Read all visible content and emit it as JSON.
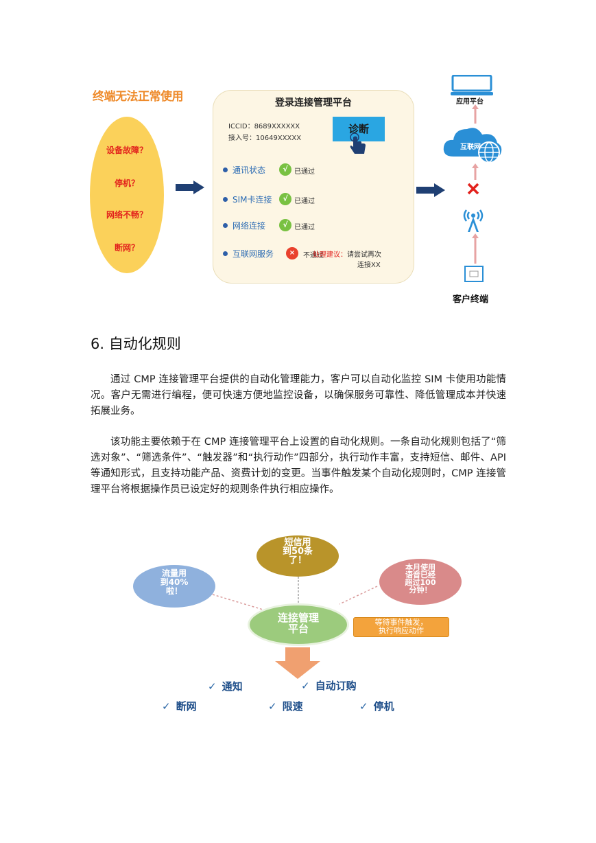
{
  "diagram1": {
    "warning_title": "终端无法正常使用",
    "oval_items": [
      "设备故障？",
      "停机？",
      "网络不畅？",
      "断网？"
    ],
    "panel": {
      "title": "登录连接管理平台",
      "iccid": "ICCID：8689XXXXXX",
      "access_no": "接入号：10649XXXXX",
      "diagnose_button": "诊断",
      "checks": [
        {
          "label": "通讯状态",
          "mark": "√",
          "status": "已通过"
        },
        {
          "label": "SIM卡连接",
          "mark": "√",
          "status": "已通过"
        },
        {
          "label": "网络连接",
          "mark": "√",
          "status": "已通过"
        },
        {
          "label": "互联网服务",
          "mark": "×",
          "status": "不通过"
        }
      ],
      "suggestion_label": "处理建议：",
      "suggestion_text_1": "请尝试再次",
      "suggestion_text_2": "连接XX"
    },
    "app_platform": "应用平台",
    "internet": "互联网",
    "customer_terminal": "客户终端"
  },
  "section": {
    "title": "6. 自动化规则",
    "para1": "通过 CMP 连接管理平台提供的自动化管理能力，客户可以自动化监控 SIM 卡使用功能情况。客户无需进行编程，便可快速方便地监控设备，以确保服务可靠性、降低管理成本并快速拓展业务。",
    "para2": "该功能主要依赖于在 CMP 连接管理平台上设置的自动化规则。一条自动化规则包括了“筛选对象”、“筛选条件”、“触发器”和“执行动作”四部分，执行动作丰富，支持短信、邮件、API 等通知形式，且支持功能产品、资费计划的变更。当事件触发某个自动化规则时，CMP 连接管理平台将根据操作员已设定好的规则条件执行相应操作。"
  },
  "diagram2": {
    "bubble_sms_1": "短信用",
    "bubble_sms_2": "到50条",
    "bubble_sms_3": "了！",
    "bubble_flow_1": "流量用",
    "bubble_flow_2": "到40%",
    "bubble_flow_3": "啦！",
    "bubble_voice_1": "本月使用",
    "bubble_voice_2": "语音已经",
    "bubble_voice_3": "超过100",
    "bubble_voice_4": "分钟！",
    "center_1": "连接管理",
    "center_2": "平台",
    "wait_1": "等待事件触发，",
    "wait_2": "执行响应动作",
    "tick": "✓",
    "actions": [
      "通知",
      "自动订购",
      "断网",
      "限速",
      "停机"
    ]
  },
  "colors": {
    "oval": "#fbd15a",
    "panel_bg": "#fdf6e4",
    "button": "#2aa6e2",
    "ok": "#79c142",
    "fail": "#e9412d",
    "sms_bubble": "#b9942a",
    "flow_bubble": "#8fb1dd",
    "voice_bubble": "#d98a8a",
    "center_bubble": "#9ccb7d",
    "tag": "#f3a33c"
  }
}
